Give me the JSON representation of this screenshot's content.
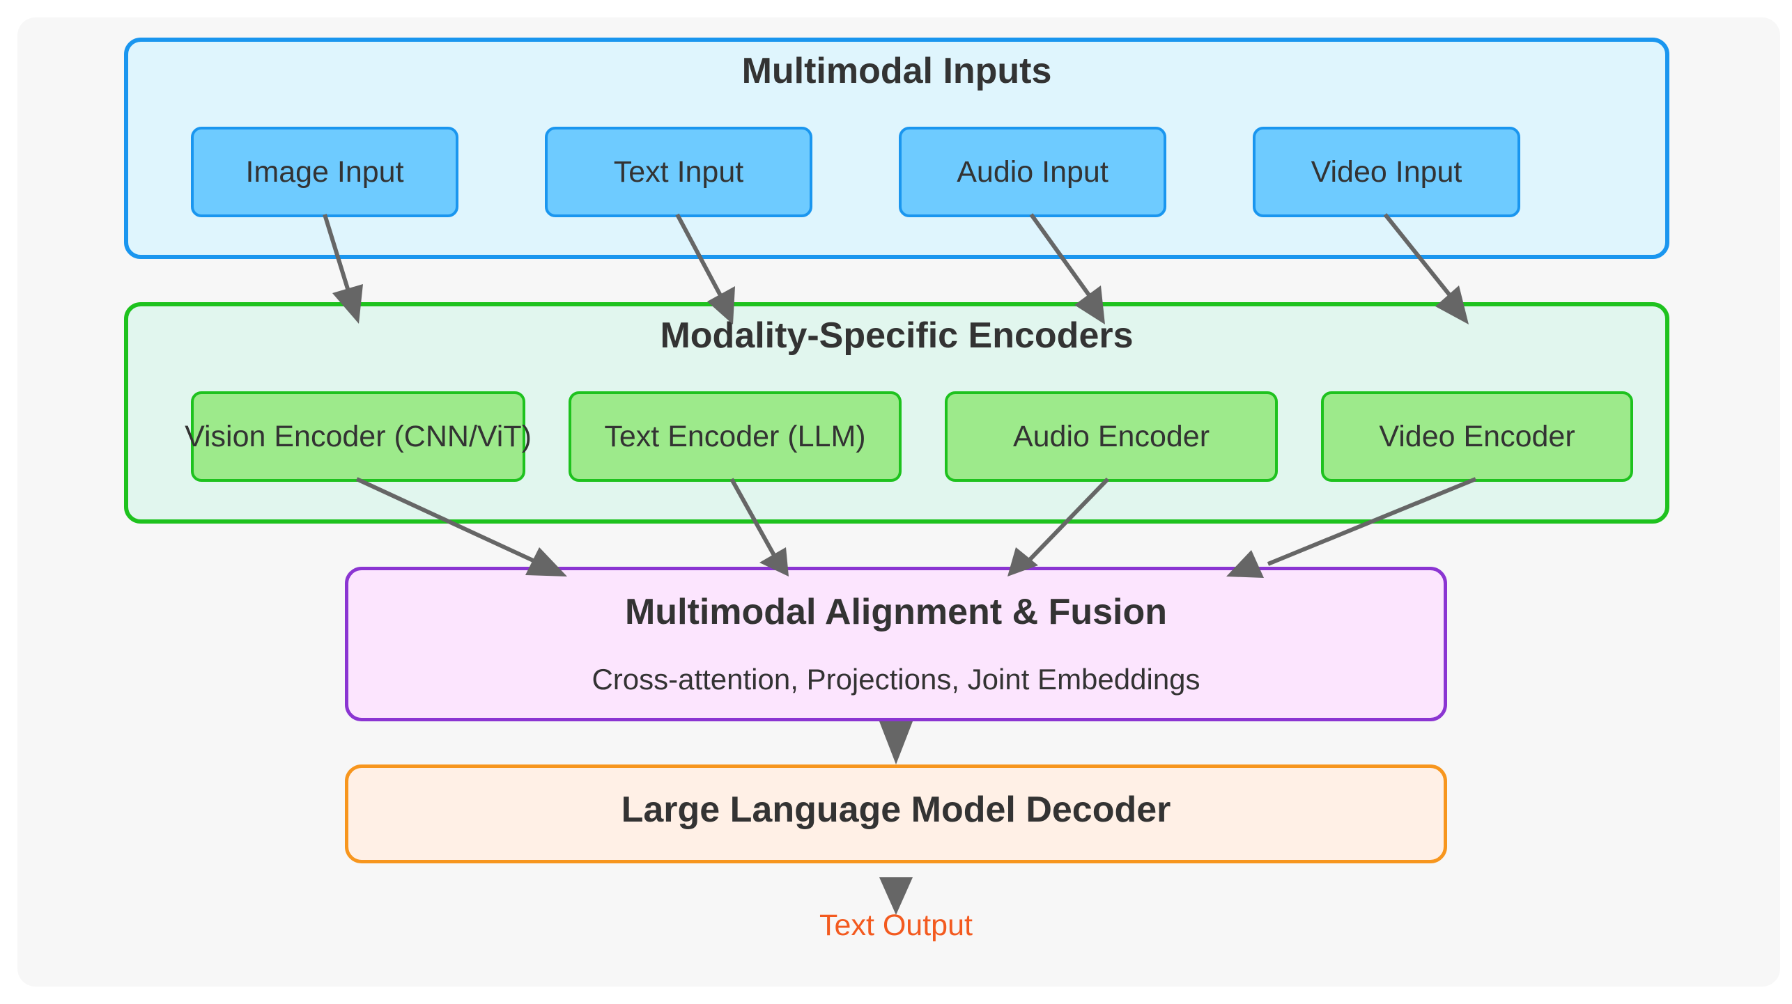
{
  "layers": {
    "inputs": {
      "title": "Multimodal Inputs",
      "nodes": [
        "Image Input",
        "Text Input",
        "Audio Input",
        "Video Input"
      ]
    },
    "encoders": {
      "title": "Modality-Specific Encoders",
      "nodes": [
        "Vision Encoder (CNN/ViT)",
        "Text Encoder (LLM)",
        "Audio Encoder",
        "Video Encoder"
      ]
    },
    "fusion": {
      "title": "Multimodal Alignment & Fusion",
      "subtitle": "Cross-attention, Projections, Joint Embeddings"
    },
    "decoder": {
      "title": "Large Language Model Decoder"
    },
    "output": {
      "label": "Text Output"
    }
  },
  "colors": {
    "canvas_bg": "#f7f7f7",
    "input_fill": "#dff5fd",
    "input_border": "#1a96ef",
    "input_node_fill": "#6ecbff",
    "encoder_fill": "#e1f6ee",
    "encoder_border": "#1ec21e",
    "encoder_node_fill": "#9dea8b",
    "fusion_fill": "#fce5fe",
    "fusion_border": "#8b35d2",
    "decoder_fill": "#fff0e6",
    "decoder_border": "#f7961e",
    "output_text": "#f35a1f",
    "arrow": "#666666"
  }
}
